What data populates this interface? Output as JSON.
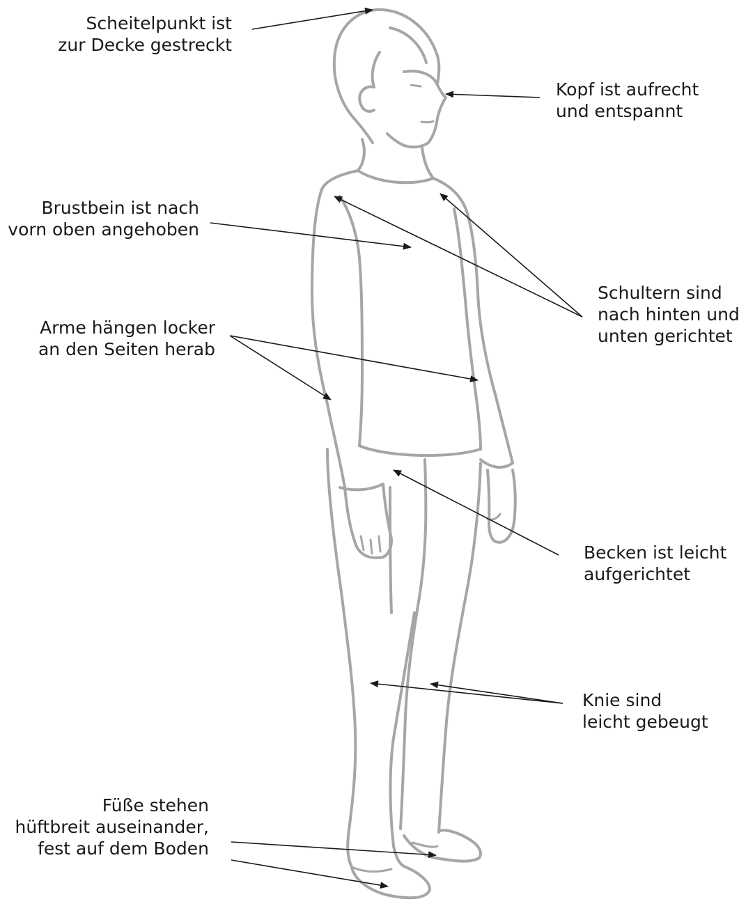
{
  "labels": {
    "vertex": [
      "Scheitelpunkt ist",
      "zur Decke gestreckt"
    ],
    "head": [
      "Kopf ist aufrecht",
      "und entspannt"
    ],
    "sternum": [
      "Brustbein ist nach",
      "vorn oben angehoben"
    ],
    "shoulders": [
      "Schultern sind",
      "nach hinten und",
      "unten gerichtet"
    ],
    "arms": [
      "Arme hängen locker",
      "an den Seiten herab"
    ],
    "pelvis": [
      "Becken ist leicht",
      "aufgerichtet"
    ],
    "knees": [
      "Knie sind",
      "leicht gebeugt"
    ],
    "feet": [
      "Füße stehen",
      "hüftbreit auseinander,",
      "fest auf dem Boden"
    ]
  },
  "colors": {
    "text": "#1a1a1a",
    "arrow": "#1a1a1a",
    "figure_outline": "#a6a6a6",
    "background": "#ffffff"
  }
}
